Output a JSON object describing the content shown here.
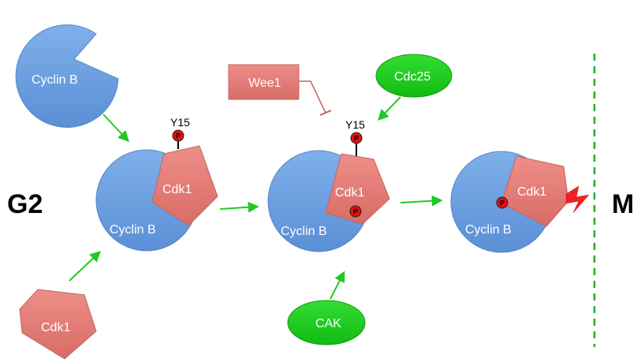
{
  "labels": {
    "cyclin_b": "Cyclin B",
    "cdk1": "Cdk1",
    "wee1": "Wee1",
    "cdc25": "Cdc25",
    "cak": "CAK",
    "y15": "Y15",
    "phospho": "P",
    "g2": "G2",
    "m": "M"
  },
  "colors": {
    "cyclin_fill": "#6d9fdd",
    "cdk1_fill": "#e27d78",
    "enzyme_green": "#22cc22",
    "arrow_green": "#22c922",
    "phospho_red": "#e01010",
    "spark_red": "#ee2222",
    "inhibit_red": "#c9605a"
  }
}
